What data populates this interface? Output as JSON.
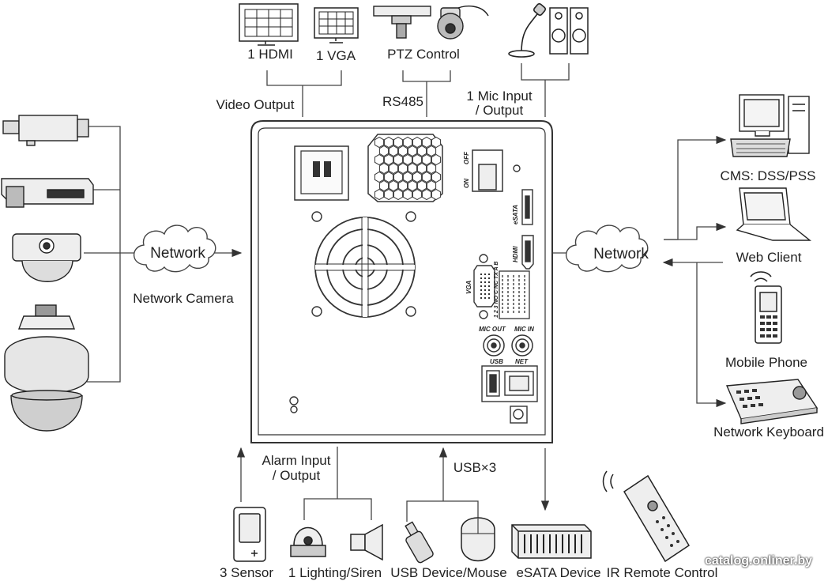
{
  "labels": {
    "hdmi": "1 HDMI",
    "vga": "1 VGA",
    "ptz": "PTZ Control",
    "video_output": "Video Output",
    "rs485": "RS485",
    "mic_line1": "1 Mic Input",
    "mic_line2": "/ Output",
    "network_left": "Network",
    "network_camera": "Network Camera",
    "network_right": "Network",
    "cms": "CMS: DSS/PSS",
    "web_client": "Web Client",
    "mobile_phone": "Mobile Phone",
    "network_keyboard": "Network Keyboard",
    "alarm_line1": "Alarm Input",
    "alarm_line2": "/ Output",
    "usb3": "USB×3",
    "sensor": "3 Sensor",
    "lighting": "1 Lighting/Siren",
    "usb_device": "USB Device/Mouse",
    "esata_device": "eSATA Device",
    "ir_remote": "IR Remote Control"
  },
  "panel_text": {
    "on": "ON",
    "off": "OFF",
    "esata": "eSATA",
    "hdmi": "HDMI",
    "vga": "VGA",
    "mic_out": "MIC OUT",
    "mic_in": "MIC IN",
    "usb": "USB",
    "net": "NET",
    "terminal": "1 2 3 NO C NC TX A B"
  },
  "watermark": "catalog.onliner.by"
}
